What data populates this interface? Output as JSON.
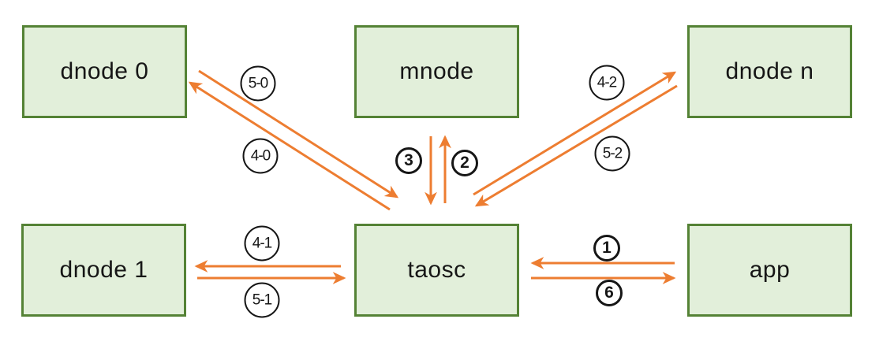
{
  "diagram": {
    "colors": {
      "arrow_color": "#ed7d31",
      "node_fill": "#e2efda",
      "node_border": "#548235",
      "badge_border": "#161616"
    },
    "nodes": [
      {
        "id": "dnode0",
        "label": "dnode 0"
      },
      {
        "id": "mnode",
        "label": "mnode"
      },
      {
        "id": "dnoden",
        "label": "dnode n"
      },
      {
        "id": "dnode1",
        "label": "dnode 1"
      },
      {
        "id": "taosc",
        "label": "taosc"
      },
      {
        "id": "app",
        "label": "app"
      }
    ],
    "edges": [
      {
        "id": "dnode0-to-taosc",
        "label": "5-0",
        "from": "dnode0",
        "to": "taosc"
      },
      {
        "id": "taosc-to-dnode0",
        "label": "4-0",
        "from": "taosc",
        "to": "dnode0"
      },
      {
        "id": "mnode-to-taosc",
        "label": "3",
        "from": "mnode",
        "to": "taosc"
      },
      {
        "id": "taosc-to-mnode",
        "label": "2",
        "from": "taosc",
        "to": "mnode"
      },
      {
        "id": "taosc-to-dnoden",
        "label": "4-2",
        "from": "taosc",
        "to": "dnoden"
      },
      {
        "id": "dnoden-to-taosc",
        "label": "5-2",
        "from": "dnoden",
        "to": "taosc"
      },
      {
        "id": "taosc-to-dnode1",
        "label": "4-1",
        "from": "taosc",
        "to": "dnode1"
      },
      {
        "id": "dnode1-to-taosc",
        "label": "5-1",
        "from": "dnode1",
        "to": "taosc"
      },
      {
        "id": "app-to-taosc",
        "label": "1",
        "from": "app",
        "to": "taosc"
      },
      {
        "id": "taosc-to-app",
        "label": "6",
        "from": "taosc",
        "to": "app"
      }
    ]
  }
}
